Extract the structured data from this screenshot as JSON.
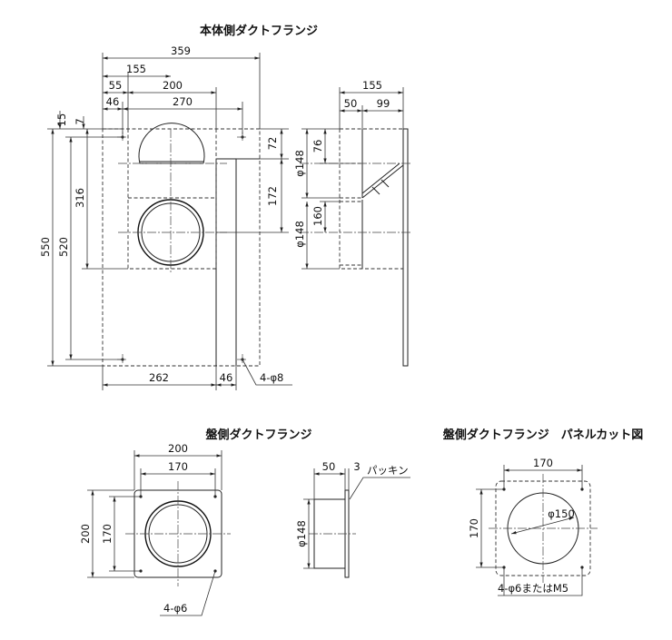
{
  "titles": {
    "main": "本体側ダクトフランジ",
    "panel_flange": "盤側ダクトフランジ",
    "panel_cut": "盤側ダクトフランジ　パネルカット図"
  },
  "main_front": {
    "dims": {
      "w359": "359",
      "w155": "155",
      "w55": "55",
      "w200": "200",
      "w46": "46",
      "w270": "270",
      "h15": "15",
      "h7": "7",
      "h550": "550",
      "h520": "520",
      "h316": "316",
      "h72": "72",
      "h172": "172",
      "b262": "262",
      "b46": "46",
      "holes": "4-φ8"
    }
  },
  "main_side": {
    "dims": {
      "w155": "155",
      "w50": "50",
      "w99": "99",
      "h76": "76",
      "h160": "160",
      "d148a": "φ148",
      "d148b": "φ148"
    }
  },
  "panel_flange": {
    "dims": {
      "w200": "200",
      "w170": "170",
      "h200": "200",
      "h170": "170",
      "holes": "4-φ6"
    }
  },
  "panel_side": {
    "dims": {
      "w50": "50",
      "w3": "3",
      "packing": "パッキン",
      "d148": "φ148"
    }
  },
  "panel_cut": {
    "dims": {
      "w170": "170",
      "h170": "170",
      "d150": "φ150",
      "holes": "4-φ6またはM5"
    }
  }
}
